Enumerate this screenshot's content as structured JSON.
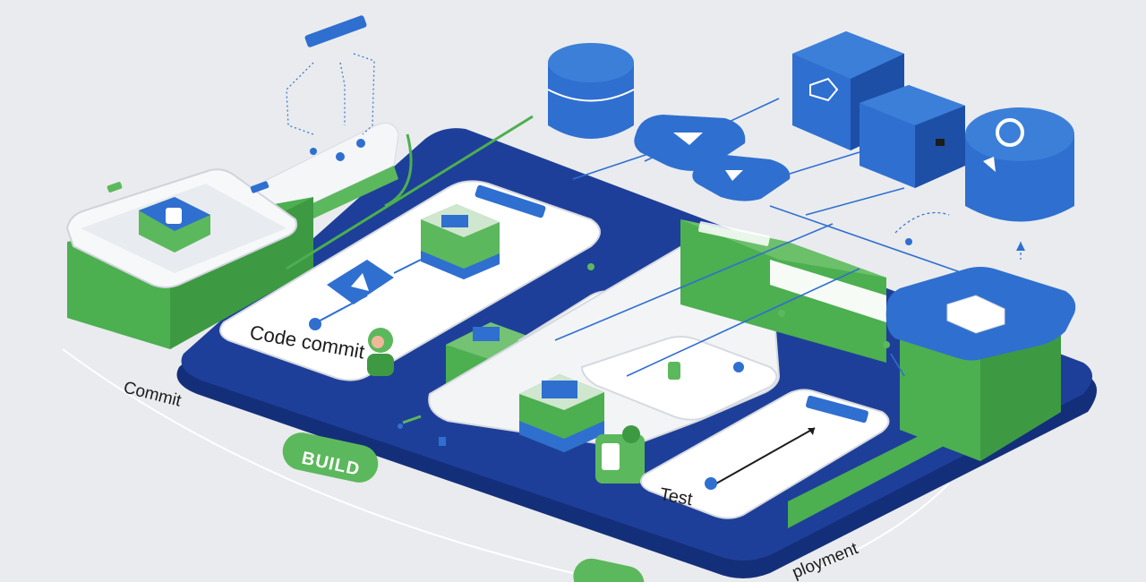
{
  "labels": {
    "code_commit": "Code commit",
    "commit": "Commit",
    "build": "BUILD",
    "test": "Test",
    "deployment": "ployment"
  },
  "colors": {
    "background": "#e9ebee",
    "platform_blue": "#1e3f99",
    "platform_blue_dark": "#142f7a",
    "green": "#4caf50",
    "green_light": "#6cc06a",
    "blue": "#2f6fd0",
    "blue_dark": "#1d4fa6",
    "white_card": "#ffffff",
    "text": "#1c1c1c"
  },
  "icons": [
    "database-icon",
    "server-cube-icon",
    "storage-cylinder-icon",
    "connector-node-icon",
    "arrow-icon"
  ]
}
